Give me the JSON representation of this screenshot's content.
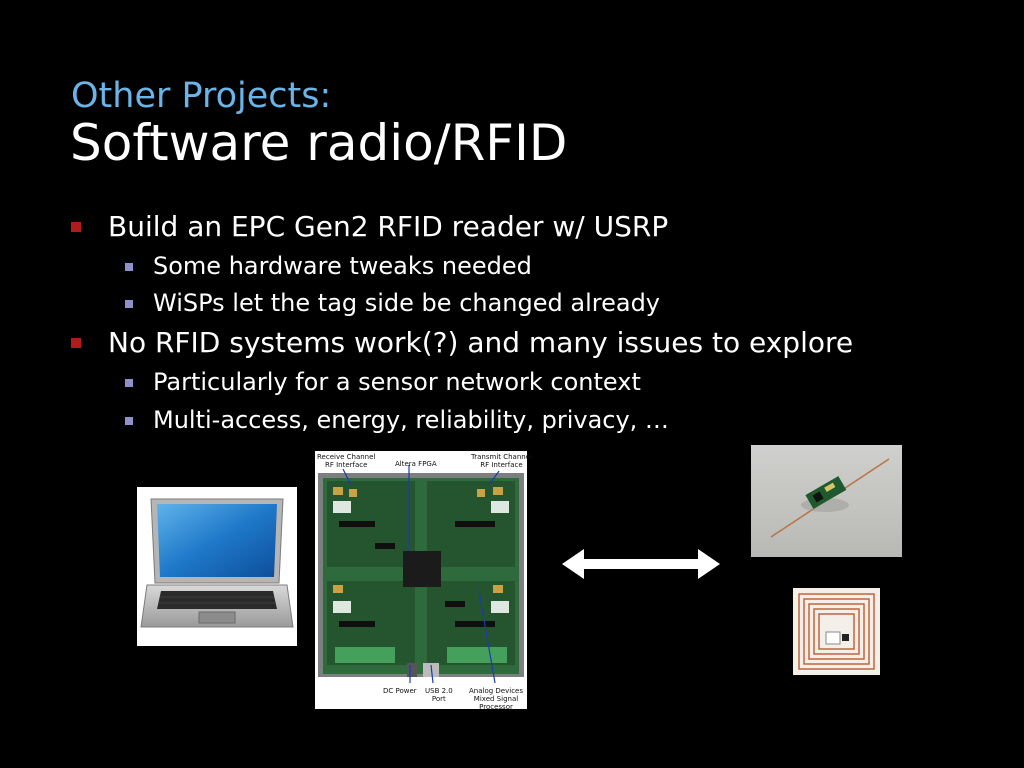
{
  "slide": {
    "title_line1": "Other Projects:",
    "title_line2": "Software radio/RFID"
  },
  "bullets": [
    {
      "text": "Build an EPC Gen2 RFID reader w/ USRP",
      "sub": [
        "Some hardware tweaks needed",
        "WiSPs let the tag side be changed already"
      ]
    },
    {
      "text": "No RFID systems work(?) and many issues to explore",
      "sub": [
        "Particularly for a sensor network context",
        "Multi-access, energy, reliability, privacy, …"
      ]
    }
  ],
  "board_labels": {
    "receive": "Receive Channel\nRF Interface",
    "fpga": "Altera FPGA",
    "transmit": "Transmit Channel\nRF Interface",
    "dc_power": "DC Power",
    "usb": "USB 2.0\nPort",
    "adi": "Analog Devices\nMixed Signal\nProcessor"
  },
  "colors": {
    "background": "#000000",
    "title_accent": "#6ab4e8",
    "bullet_l1": "#b31b1b",
    "bullet_l2": "#8f92c8"
  },
  "icons": {
    "laptop": "laptop-photo",
    "board": "usrp-board-photo",
    "arrow": "double-arrow-icon",
    "tag": "wisp-tag-photo",
    "rfid": "rfid-tag-photo"
  }
}
